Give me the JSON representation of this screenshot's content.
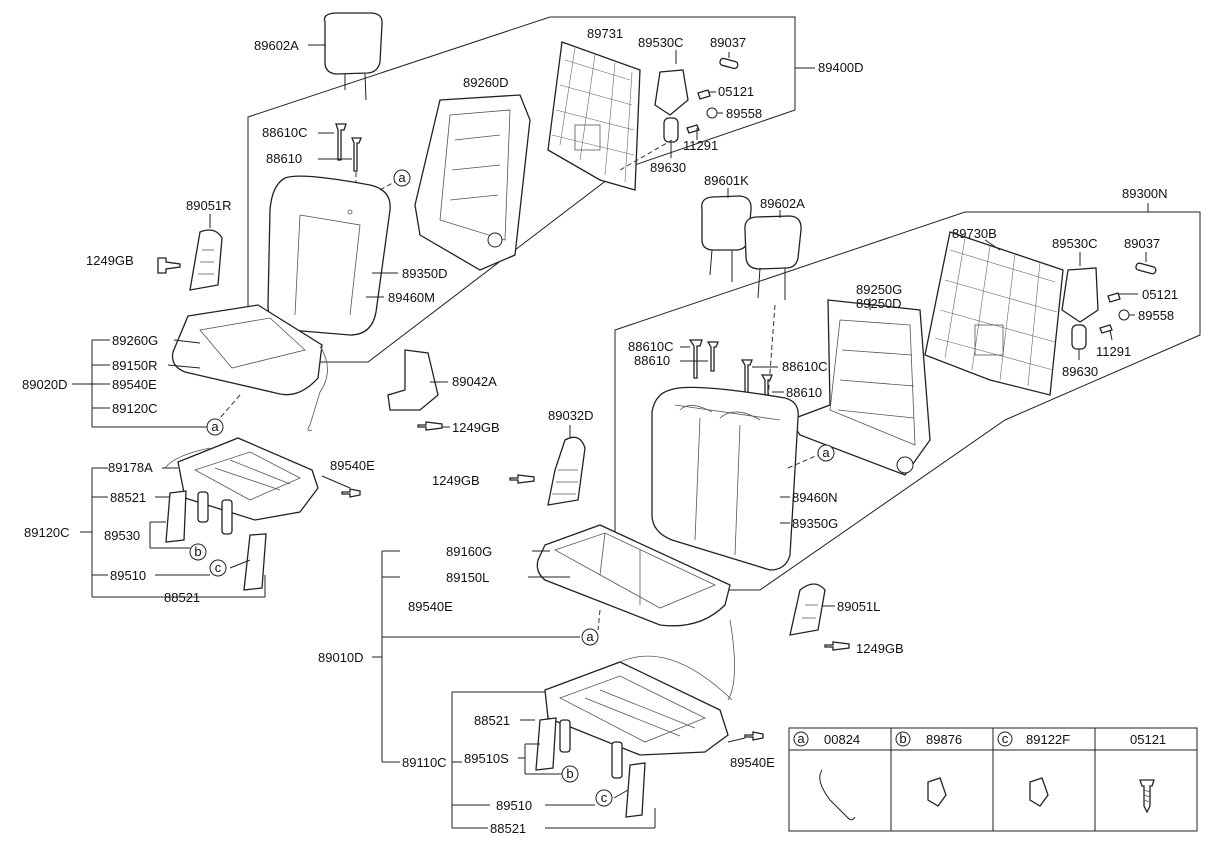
{
  "labels": {
    "89602A_a": "89602A",
    "89731": "89731",
    "89530C_a": "89530C",
    "89037_a": "89037",
    "89400D": "89400D",
    "89260D": "89260D",
    "05121_a": "05121",
    "89558_a": "89558",
    "88610C_a": "88610C",
    "88610_a": "88610",
    "11291_a": "11291",
    "89630_a": "89630",
    "89051R": "89051R",
    "1249GB_a": "1249GB",
    "89350D": "89350D",
    "89460M": "89460M",
    "89260G": "89260G",
    "89150R": "89150R",
    "89020D": "89020D",
    "89540E_a": "89540E",
    "89120C_a": "89120C",
    "89042A": "89042A",
    "1249GB_b": "1249GB",
    "89178A": "89178A",
    "89540E_b": "89540E",
    "88521_a": "88521",
    "89120C_b": "89120C",
    "89530": "89530",
    "89510_a": "89510",
    "88521_b": "88521",
    "89601K": "89601K",
    "89602A_b": "89602A",
    "89300N": "89300N",
    "89730B": "89730B",
    "89530C_b": "89530C",
    "89037_b": "89037",
    "89250G": "89250G",
    "89250D": "89250D",
    "05121_b": "05121",
    "88610C_b": "88610C",
    "88610_b": "88610",
    "89558_b": "89558",
    "88610C_c": "88610C",
    "11291_b": "11291",
    "88610_c": "88610",
    "89630_b": "89630",
    "89032D": "89032D",
    "1249GB_c": "1249GB",
    "89460N": "89460N",
    "89350G": "89350G",
    "89160G": "89160G",
    "89150L": "89150L",
    "89540E_c": "89540E",
    "89051L": "89051L",
    "1249GB_d": "1249GB",
    "89010D": "89010D",
    "88521_c": "88521",
    "89110C": "89110C",
    "89510S": "89510S",
    "89510_b": "89510",
    "88521_d": "88521",
    "89540E_d": "89540E"
  },
  "callouts": {
    "a": "a",
    "b": "b",
    "c": "c"
  },
  "legend_table": {
    "cols": [
      {
        "letter": "a",
        "code": "00824"
      },
      {
        "letter": "b",
        "code": "89876"
      },
      {
        "letter": "c",
        "code": "89122F"
      },
      {
        "letter": "",
        "code": "05121"
      }
    ]
  }
}
